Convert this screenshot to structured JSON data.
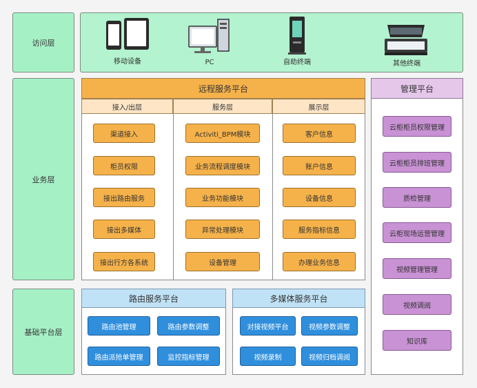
{
  "layers": {
    "access": "访问层",
    "business": "业务层",
    "base": "基础平台层"
  },
  "devices": [
    {
      "label": "移动设备",
      "icon": "mobile-devices-icon"
    },
    {
      "label": "PC",
      "icon": "pc-icon"
    },
    {
      "label": "自助终端",
      "icon": "kiosk-terminal-icon"
    },
    {
      "label": "其他终端",
      "icon": "scanner-terminal-icon"
    }
  ],
  "remote_platform": {
    "title": "远程服务平台",
    "columns": [
      {
        "header": "接入/出层",
        "items": [
          "渠道接入",
          "柜员权限",
          "接出路由服务",
          "接出多媒体",
          "接出行方各系统"
        ]
      },
      {
        "header": "服务层",
        "items": [
          "Activiti_BPM模块",
          "业务流程调度模块",
          "业务功能模块",
          "异常处理模块",
          "设备管理"
        ]
      },
      {
        "header": "展示层",
        "items": [
          "客户信息",
          "账户信息",
          "设备信息",
          "服务指标信息",
          "办理业务信息"
        ]
      }
    ]
  },
  "management_platform": {
    "title": "管理平台",
    "items": [
      "云柜柜员权限管理",
      "云柜柜员排班管理",
      "质检管理",
      "云柜现场运营管理",
      "视频管理管理",
      "视频调阅",
      "知识库"
    ]
  },
  "routing_platform": {
    "title": "路由服务平台",
    "items": [
      "路由池管理",
      "路由参数调整",
      "路由派抢单管理",
      "监控指标管理"
    ]
  },
  "multimedia_platform": {
    "title": "多媒体服务平台",
    "items": [
      "对接视频平台",
      "视频参数调整",
      "视频录制",
      "视频归档调阅"
    ]
  },
  "colors": {
    "layer_green": "#a6f0c6",
    "orange": "#f6b24a",
    "peach": "#fde5c6",
    "purple": "#c892d4",
    "light_purple": "#e5c7ea",
    "blue": "#2f8fdd",
    "light_blue": "#c0e2f6"
  }
}
